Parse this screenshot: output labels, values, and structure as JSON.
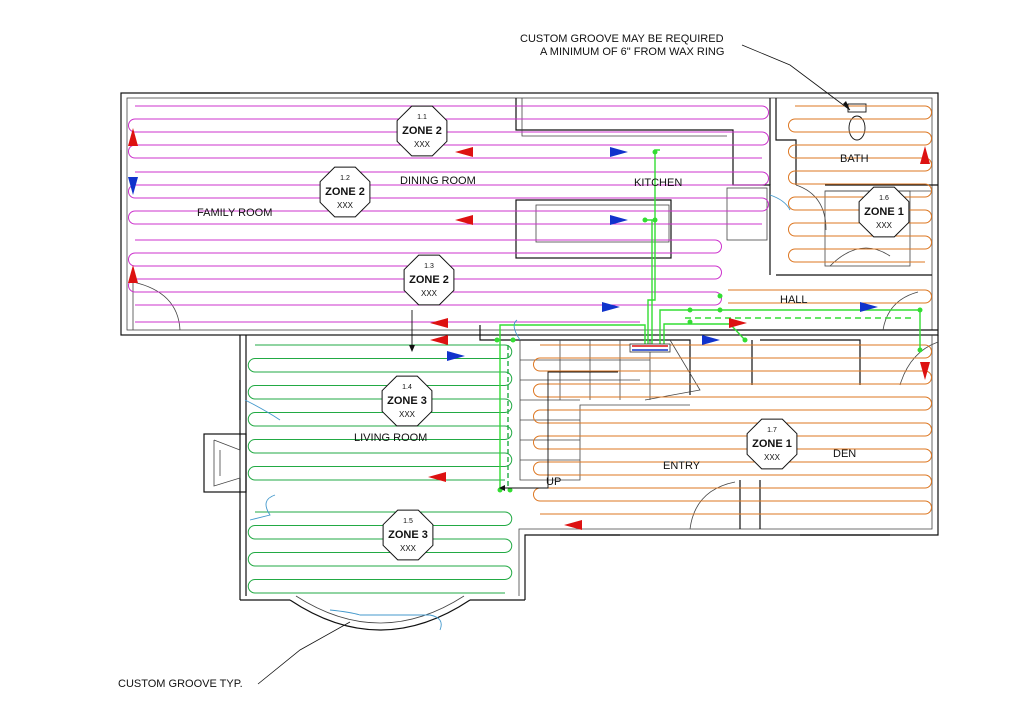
{
  "notes": {
    "wax_ring_line1": "CUSTOM GROOVE MAY BE REQUIRED",
    "wax_ring_line2": "A MINIMUM OF 6\" FROM WAX RING",
    "custom_groove": "CUSTOM GROOVE TYP."
  },
  "rooms": {
    "family_room": "FAMILY ROOM",
    "dining_room": "DINING ROOM",
    "kitchen": "KITCHEN",
    "bath": "BATH",
    "hall": "HALL",
    "living_room": "LIVING ROOM",
    "entry": "ENTRY",
    "den": "DEN",
    "up": "UP"
  },
  "zone_tags": [
    {
      "number": "1.1",
      "zone": "ZONE 2",
      "sub": "XXX"
    },
    {
      "number": "1.2",
      "zone": "ZONE 2",
      "sub": "XXX"
    },
    {
      "number": "1.3",
      "zone": "ZONE 2",
      "sub": "XXX"
    },
    {
      "number": "1.4",
      "zone": "ZONE 3",
      "sub": "XXX"
    },
    {
      "number": "1.5",
      "zone": "ZONE 3",
      "sub": "XXX"
    },
    {
      "number": "1.6",
      "zone": "ZONE 1",
      "sub": "XXX"
    },
    {
      "number": "1.7",
      "zone": "ZONE 1",
      "sub": "XXX"
    }
  ],
  "colors": {
    "zone2_loop": "#cc33cc",
    "zone3_loop": "#22aa44",
    "zone1_loop": "#dd7722",
    "supply_arrow": "#dd1111",
    "return_arrow": "#1133cc",
    "manifold_line": "#33dd33",
    "leader_line": "#4499cc",
    "walls": "#111111"
  }
}
